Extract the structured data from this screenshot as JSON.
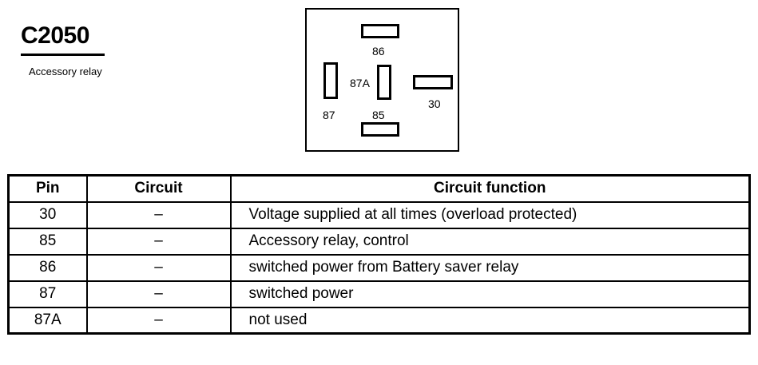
{
  "connector": {
    "id": "C2050",
    "description": "Accessory relay"
  },
  "pinout": {
    "pins": [
      {
        "label": "86"
      },
      {
        "label": "87A"
      },
      {
        "label": "87"
      },
      {
        "label": "85"
      },
      {
        "label": "30"
      }
    ]
  },
  "table": {
    "headers": [
      "Pin",
      "Circuit",
      "Circuit function"
    ],
    "rows": [
      {
        "pin": "30",
        "circuit": "–",
        "function": "Voltage supplied at all times (overload protected)"
      },
      {
        "pin": "85",
        "circuit": "–",
        "function": "Accessory relay, control"
      },
      {
        "pin": "86",
        "circuit": "–",
        "function": "switched power from Battery saver relay"
      },
      {
        "pin": "87",
        "circuit": "–",
        "function": "switched power"
      },
      {
        "pin": "87A",
        "circuit": "–",
        "function": "not used"
      }
    ]
  }
}
